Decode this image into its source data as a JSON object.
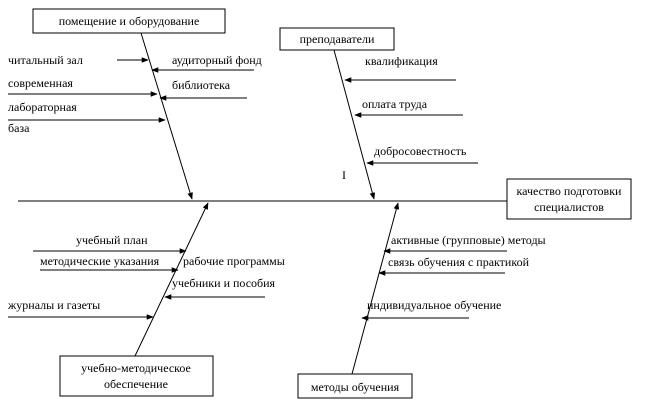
{
  "diagram": {
    "effect": [
      "качество подготовки",
      "специалистов"
    ],
    "categories": {
      "premises": "помещение и оборудование",
      "teachers": "преподаватели",
      "methodical": [
        "учебно-методическое",
        "обеспечение"
      ],
      "methods": "методы обучения"
    },
    "causes": {
      "reading_room": "читальный зал",
      "auditorium_fund": "аудиторный фонд",
      "modern": "современная",
      "library": "библиотека",
      "laboratory": "лабораторная",
      "base": "база",
      "qualification": "квалификация",
      "salary": "оплата труда",
      "conscientiousness": "добросовестность",
      "curriculum": "учебный план",
      "guidelines": "методические указания",
      "work_programs": "рабочие программы",
      "textbooks": "учебники и пособия",
      "journals": "журналы и газеты",
      "active_methods": "активные (групповые) методы",
      "practice_link": "связь обучения с практикой",
      "individual": "индивидуальное обучение"
    },
    "cursor_mark": "I"
  }
}
